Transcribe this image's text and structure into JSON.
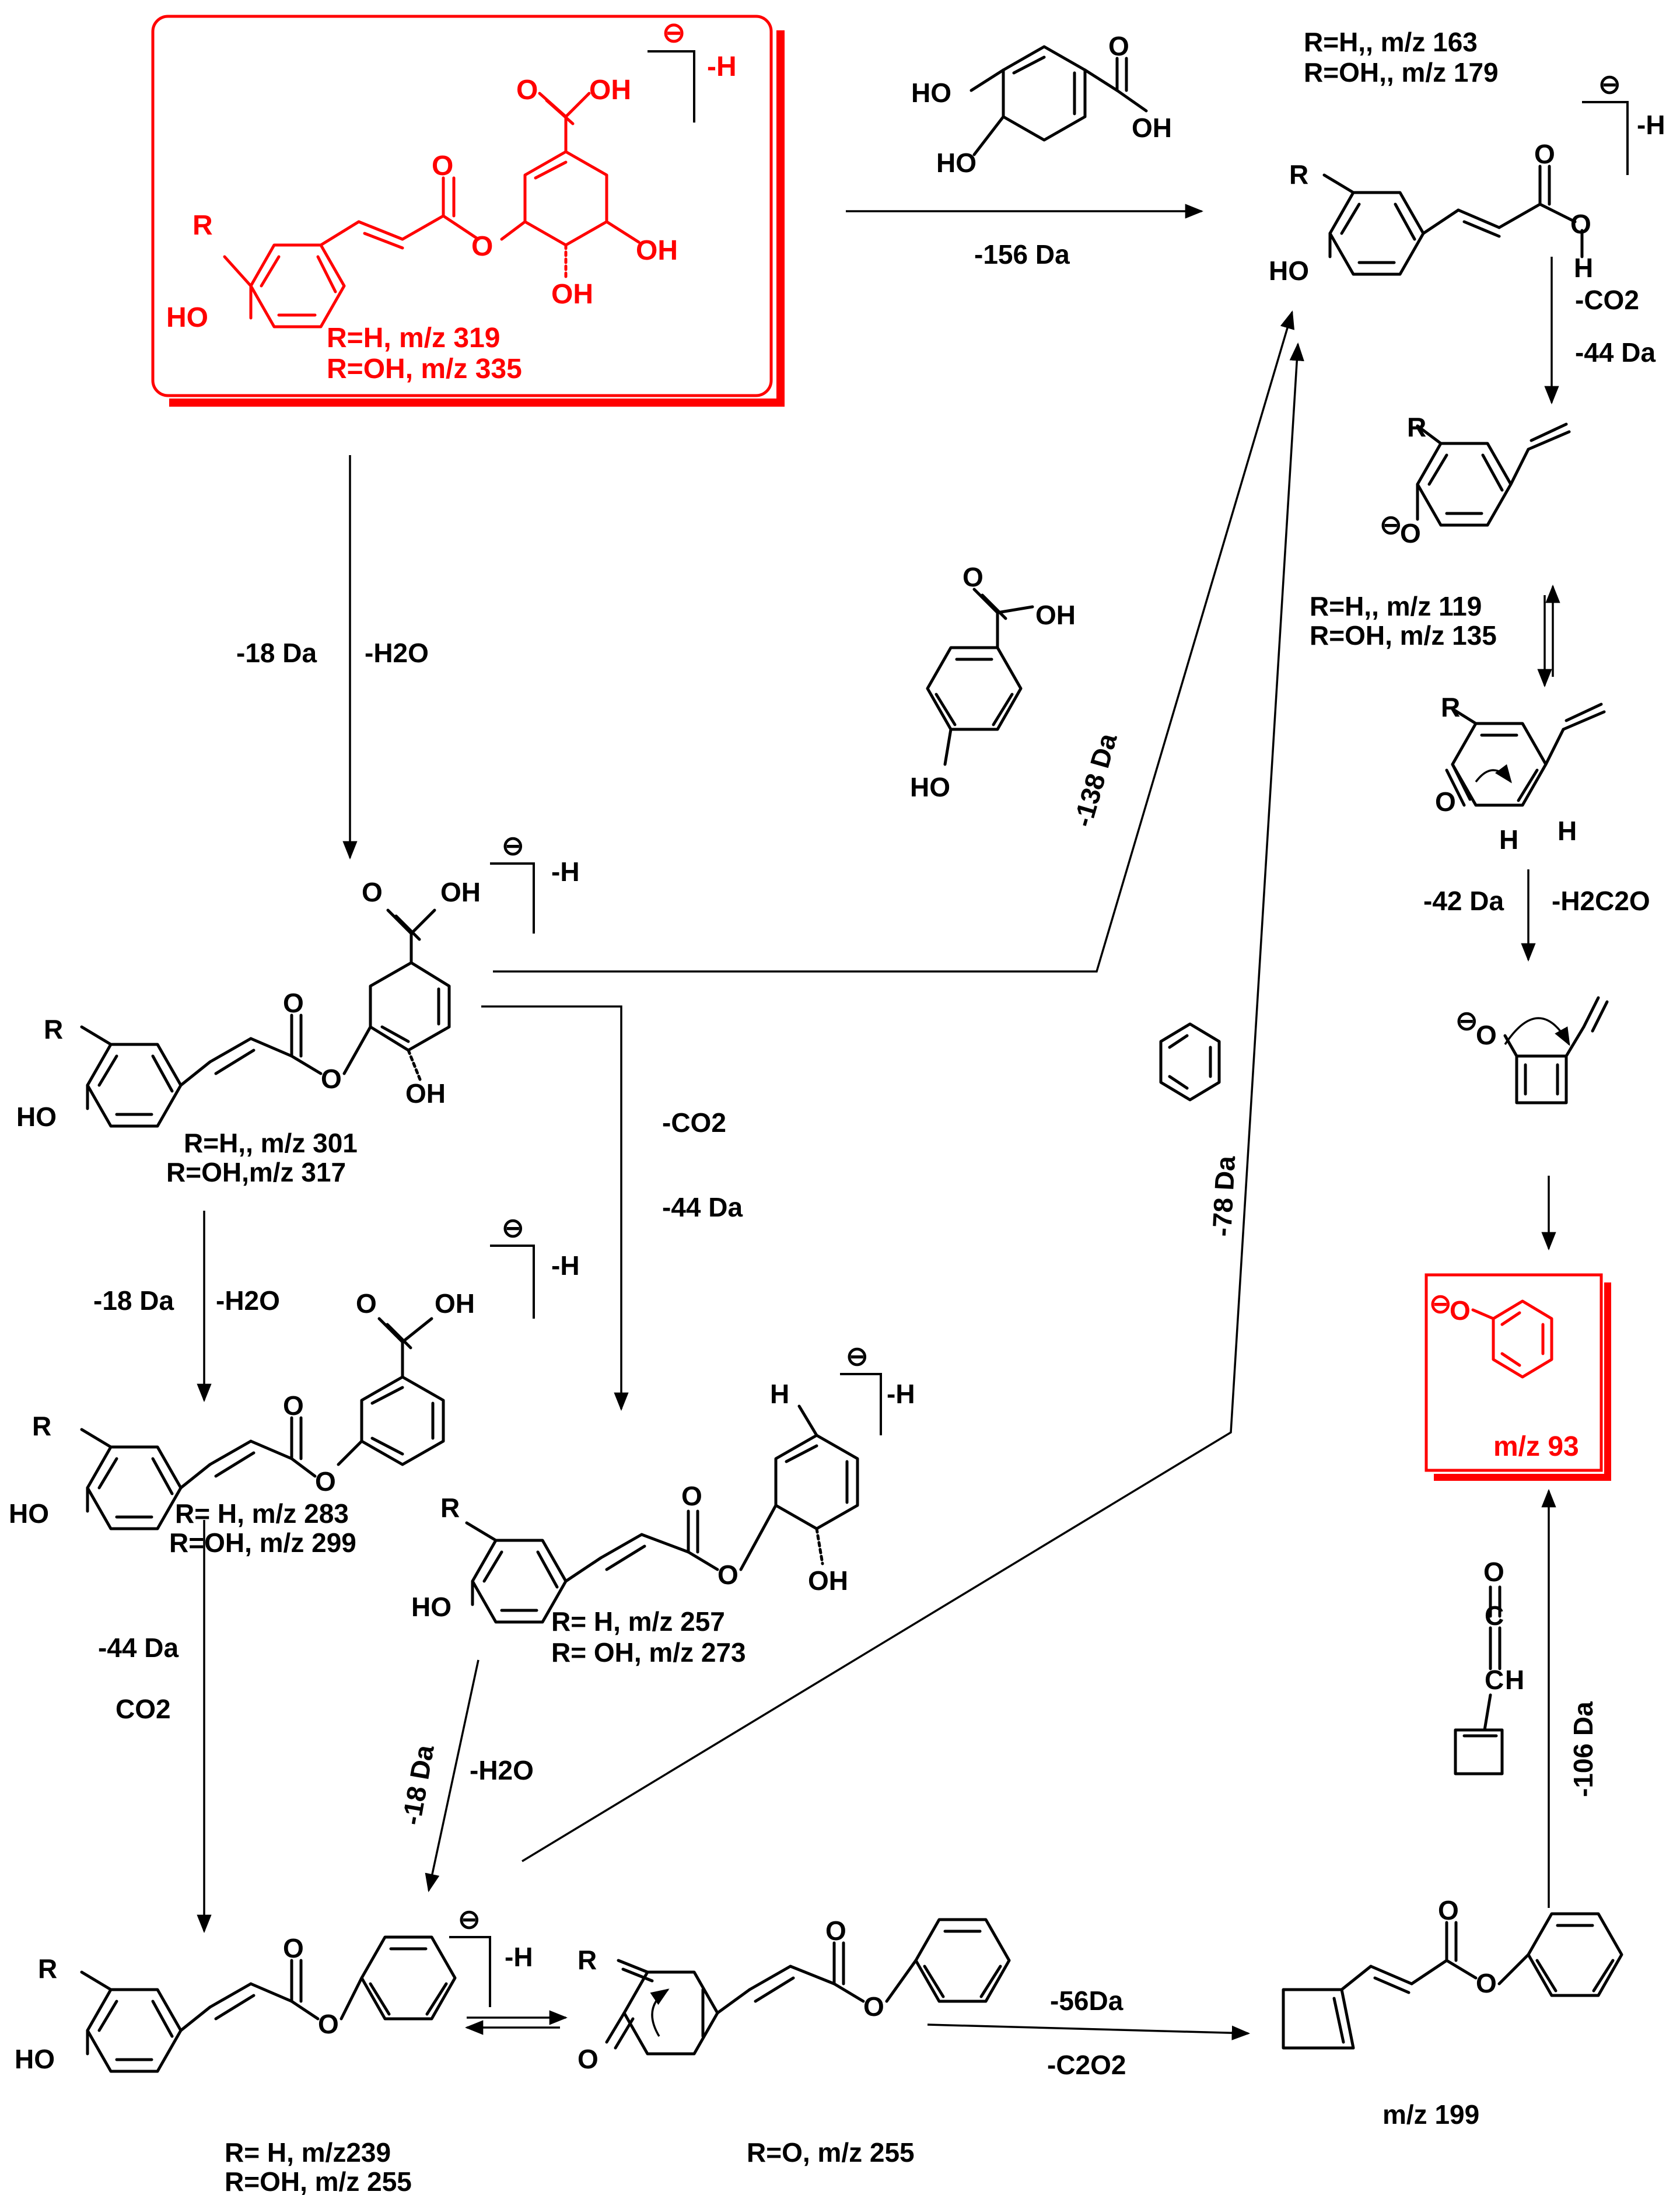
{
  "colors": {
    "highlight": "#ff0000",
    "ink": "#000000"
  },
  "substituent": "R",
  "atoms": {
    "oh": "OH",
    "ho": "HO",
    "o": "O",
    "h": "H",
    "charge": "⊖",
    "minus_h": "-H",
    "c_eq": "C"
  },
  "start": {
    "l1": "R=H, m/z 319",
    "l2": "R=OH, m/z 335"
  },
  "acid": {
    "l1": "R=H,, m/z 163",
    "l2": "R=OH,, m/z  179"
  },
  "styrene": {
    "l1": "R=H,, m/z 119",
    "l2": "R=OH, m/z 135"
  },
  "m301": {
    "l1": "R=H,, m/z 301",
    "l2": "R=OH,m/z  317"
  },
  "m283": {
    "l1": "R= H, m/z 283",
    "l2": "R=OH, m/z 299"
  },
  "m257": {
    "l1": "R= H, m/z 257",
    "l2": "R= OH, m/z 273"
  },
  "m239": {
    "l1": "R= H,  m/z239",
    "l2": "R=OH, m/z 255"
  },
  "m255": {
    "l1": "R=O, m/z 255"
  },
  "m199": {
    "l1": "m/z 199"
  },
  "final": {
    "l1": "m/z 93"
  },
  "steps": {
    "s156": "-156 Da",
    "s18a": "-18 Da",
    "h2o_a": "-H2O",
    "co2_a": "-CO2",
    "s44a": "-44 Da",
    "s42": "-42 Da",
    "h2c2o": "-H2C2O",
    "s138": "-138 Da",
    "s18b": "-18 Da",
    "h2o_b": "-H2O",
    "co2_b": "-CO2",
    "s44b": "-44 Da",
    "s78": "-78 Da",
    "s44c": "-44 Da",
    "co2_c": "CO2",
    "s18c": "-18 Da",
    "h2o_c": "-H2O",
    "s56": "-56Da",
    "c2o2": "-C2O2",
    "s106": "-106 Da"
  }
}
